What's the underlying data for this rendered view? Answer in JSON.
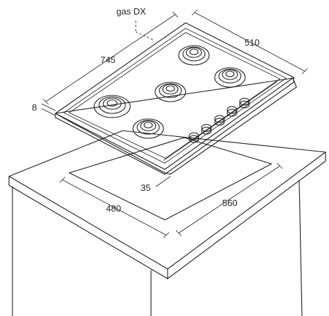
{
  "labels": {
    "gas": "gas DX",
    "depth": "745",
    "width": "510",
    "thickness": "8",
    "recess": "35",
    "cutout_depth": "480",
    "cutout_width": "560"
  },
  "burner_count": 5,
  "knob_count": 5
}
